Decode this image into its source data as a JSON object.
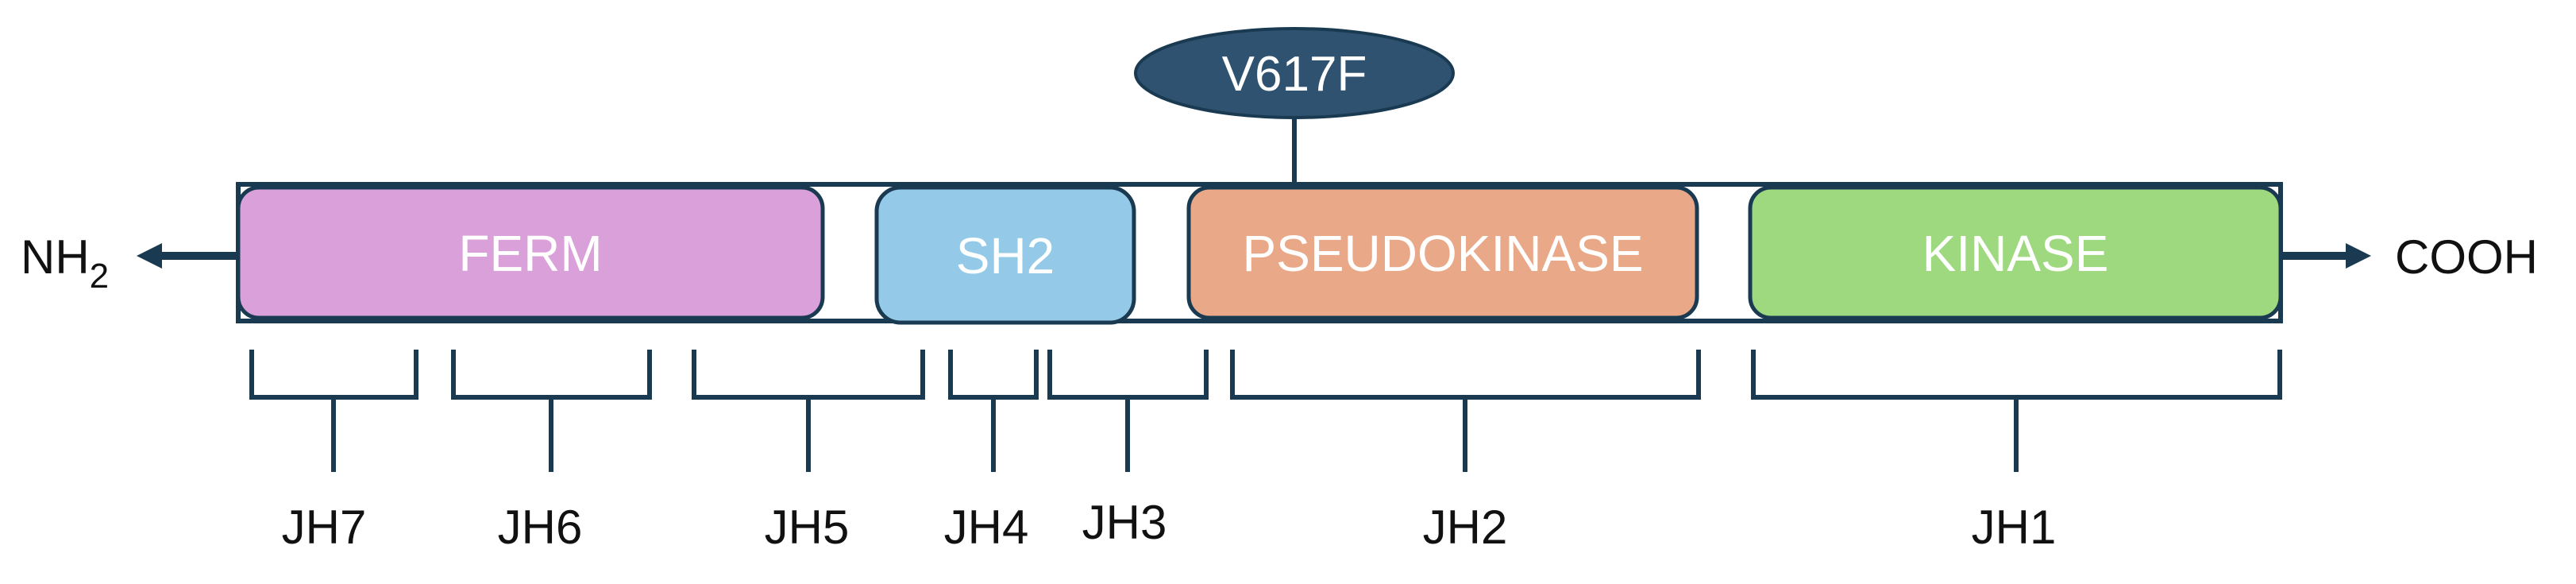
{
  "termini": {
    "n_main": "NH",
    "n_sub": "2",
    "c": "COOH"
  },
  "mutation": {
    "label": "V617F",
    "color": "#2e5270"
  },
  "domains": [
    {
      "label": "FERM",
      "color": "#d9a0d9"
    },
    {
      "label": "SH2",
      "color": "#94c9e8"
    },
    {
      "label": "PSEUDOKINASE",
      "color": "#e9a988"
    },
    {
      "label": "KINASE",
      "color": "#9fd97f"
    }
  ],
  "regions": [
    "JH7",
    "JH6",
    "JH5",
    "JH4",
    "JH3",
    "JH2",
    "JH1"
  ],
  "colors": {
    "outline": "#1a3a52",
    "text": "#111111"
  }
}
